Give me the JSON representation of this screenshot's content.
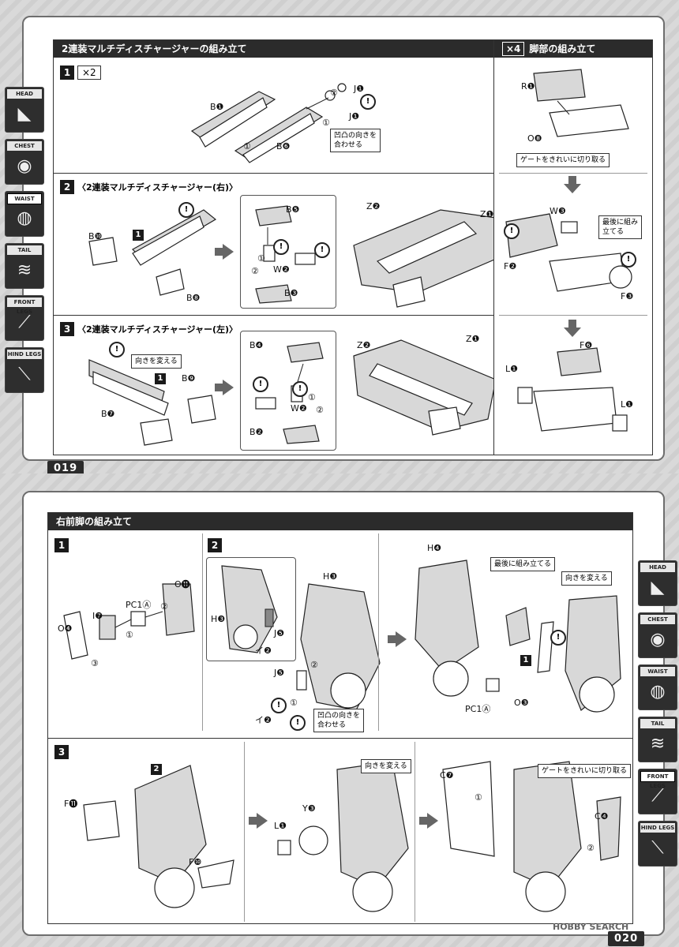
{
  "top_page": {
    "page_number": "019",
    "sec_left": {
      "title": "2連装マルチディスチャージャーの組み立て",
      "step1": {
        "num": "1",
        "mult": "×2",
        "labels": [
          "B❶",
          "B❻",
          "J❶",
          "J❶",
          "①",
          "②",
          "①"
        ],
        "note": "凹凸の向きを\n合わせる"
      },
      "step2": {
        "num": "2",
        "subtitle": "〈2連装マルチディスチャージャー(右)〉",
        "labels": [
          "B❿",
          "B❽",
          "B❺",
          "W❷",
          "B❸",
          "Z❷",
          "Z❶",
          "①",
          "②"
        ],
        "ref": "1"
      },
      "step3": {
        "num": "3",
        "subtitle": "〈2連装マルチディスチャージャー(左)〉",
        "labels": [
          "B❾",
          "B❼",
          "B❹",
          "W❷",
          "B❷",
          "Z❷",
          "Z❶",
          "①",
          "②"
        ],
        "ref": "1",
        "note": "向きを変える"
      }
    },
    "sec_right": {
      "mult": "×4",
      "title": "脚部の組み立て",
      "labels": [
        "R❶",
        "O❽",
        "W❸",
        "F❷",
        "F❸",
        "F❻",
        "L❶",
        "L❶"
      ],
      "note_gate": "ゲートをきれいに切り取る",
      "note_last": "最後に組み\n立てる"
    },
    "side_tabs": [
      {
        "label": "HEAD",
        "icon": "head-icon"
      },
      {
        "label": "CHEST",
        "icon": "chest-icon"
      },
      {
        "label": "WAIST",
        "icon": "waist-icon",
        "active": true
      },
      {
        "label": "TAIL",
        "icon": "tail-icon"
      },
      {
        "label": "FRONT LEGS",
        "icon": "front-legs-icon"
      },
      {
        "label": "HIND LEGS",
        "icon": "hind-legs-icon"
      }
    ]
  },
  "bottom_page": {
    "page_number": "020",
    "title": "右前脚の組み立て",
    "step1": {
      "num": "1",
      "labels": [
        "PC1Ⓐ",
        "O⓫",
        "I❼",
        "O❹",
        "②",
        "①",
        "③"
      ]
    },
    "step2": {
      "num": "2",
      "labels": [
        "H❸",
        "J❺",
        "イ❷",
        "H❸",
        "J❺",
        "イ❷",
        "②",
        "①"
      ],
      "note": "凹凸の向きを\n合わせる"
    },
    "step2b": {
      "labels": [
        "H❹",
        "PC1Ⓐ",
        "O❸"
      ],
      "ref": "1",
      "note_last": "最後に組み立てる",
      "note_turn": "向きを変える"
    },
    "step3": {
      "num": "3",
      "ref": "2",
      "labels": [
        "F⓫",
        "F❿",
        "L❶",
        "Y❸",
        "C❼",
        "C❹",
        "①",
        "②"
      ],
      "note_turn": "向きを変える",
      "note_gate": "ゲートをきれいに切り取る"
    },
    "watermark": "HOBBY SEARCH",
    "side_tabs": [
      {
        "label": "HEAD",
        "icon": "head-icon"
      },
      {
        "label": "CHEST",
        "icon": "chest-icon"
      },
      {
        "label": "WAIST",
        "icon": "waist-icon"
      },
      {
        "label": "TAIL",
        "icon": "tail-icon"
      },
      {
        "label": "FRONT LEGS",
        "icon": "front-legs-icon",
        "active": true
      },
      {
        "label": "HIND LEGS",
        "icon": "hind-legs-icon"
      }
    ]
  }
}
